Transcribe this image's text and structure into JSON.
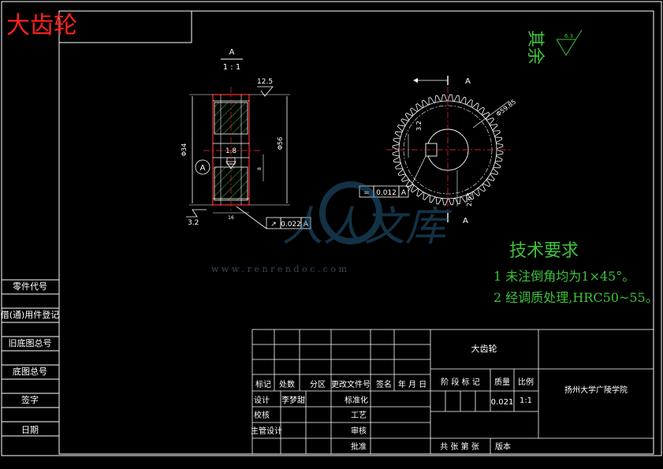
{
  "title_block_label": "大齿轮",
  "left_strip": {
    "labels": [
      "零件代号",
      "借(通)用件登记",
      "旧底图总号",
      "底图总号",
      "签字",
      "日期"
    ]
  },
  "front_view": {
    "section_label": "A",
    "scale": "1 : 1",
    "roughness_top": "12.5",
    "roughness_bottom": "3.2",
    "dim_inner": "1.8",
    "datum": "A",
    "dim_left": "Φ34",
    "dim_right": "Φ56",
    "dim_small": "8",
    "dim_bottom": "16",
    "tolerance": {
      "symbol": "↗",
      "value": "0.022",
      "datum": "A"
    }
  },
  "side_view": {
    "section_mark": "A",
    "section_mark_bottom": "A",
    "dim_diameter": "Φ59.85",
    "roughness_keyway": "3.2",
    "dim_keyway": "2.63",
    "tolerance": {
      "symbol": "=",
      "value": "0.012",
      "datum": "A"
    }
  },
  "roughness_others": {
    "text": "其余",
    "value": "6.3"
  },
  "tech_requirements": {
    "heading": "技术要求",
    "items": [
      "1  未注倒角均为1×45°。",
      "2  经调质处理,HRC50~55。"
    ]
  },
  "watermark": {
    "text": "人人文库",
    "url": "w w w . r e n r e n d o c . c o m"
  },
  "title_block": {
    "part_name": "大齿轮",
    "school": "扬州大学广陵学院",
    "revision_headers": [
      "标记",
      "处数",
      "分区",
      "更改文件号",
      "签名",
      "年 月 日"
    ],
    "rows_left": [
      "设计",
      "校核",
      "主管设计"
    ],
    "designer": "李梦甜",
    "rows_mid": [
      "标准化",
      "工艺",
      "审核",
      "批准"
    ],
    "stage_header": "阶 段 标 记",
    "mass_header": "质量",
    "scale_header": "比例",
    "mass": "0.021",
    "scale": "1:1",
    "sheets": "共 张  第 张",
    "version": "版本"
  }
}
